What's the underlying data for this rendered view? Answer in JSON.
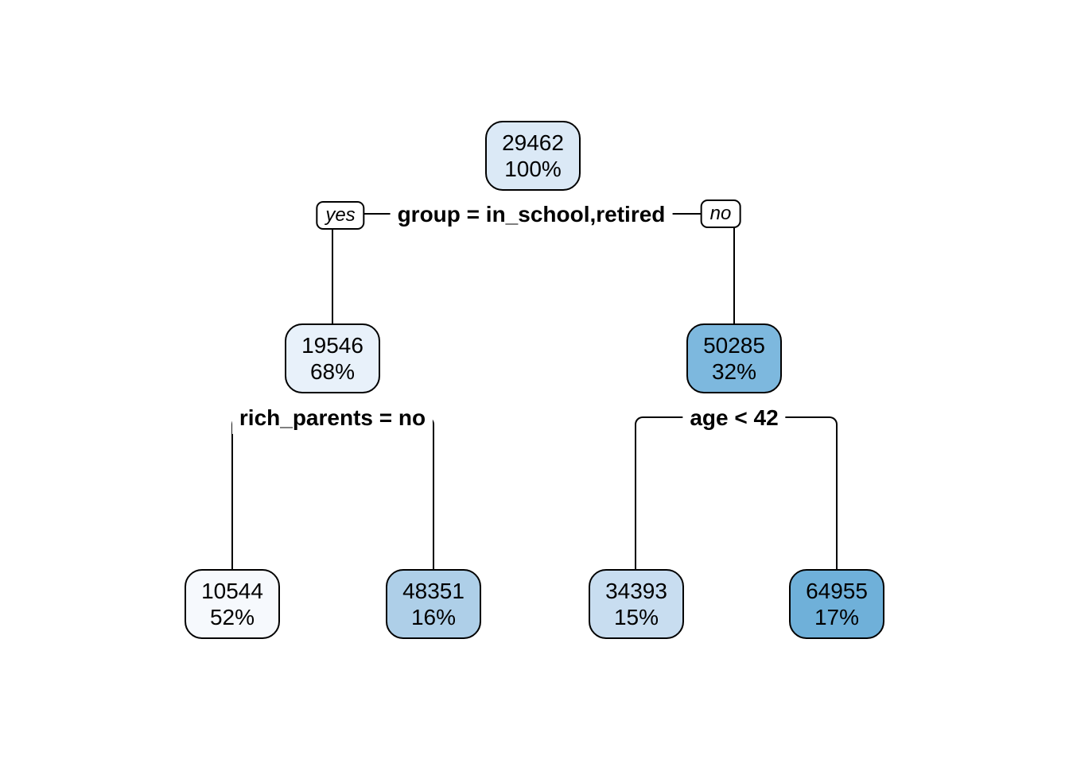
{
  "figure": {
    "type": "decision-tree-plot",
    "background_color": "#ffffff",
    "line_color": "#000000",
    "text_color": "#000000"
  },
  "branch_labels": {
    "yes": "yes",
    "no": "no"
  },
  "tree": {
    "value": "29462",
    "percent": "100%",
    "fill": "#dbe9f6",
    "split": "group = in_school,retired",
    "yes": {
      "value": "19546",
      "percent": "68%",
      "fill": "#e8f1fa",
      "split": "rich_parents = no",
      "yes": {
        "value": "10544",
        "percent": "52%",
        "fill": "#f6f9fd"
      },
      "no": {
        "value": "48351",
        "percent": "16%",
        "fill": "#aecfe8"
      }
    },
    "no": {
      "value": "50285",
      "percent": "32%",
      "fill": "#7db8de",
      "split": "age < 42",
      "yes": {
        "value": "34393",
        "percent": "15%",
        "fill": "#c8ddf0"
      },
      "no": {
        "value": "64955",
        "percent": "17%",
        "fill": "#6fb0d9"
      }
    }
  }
}
